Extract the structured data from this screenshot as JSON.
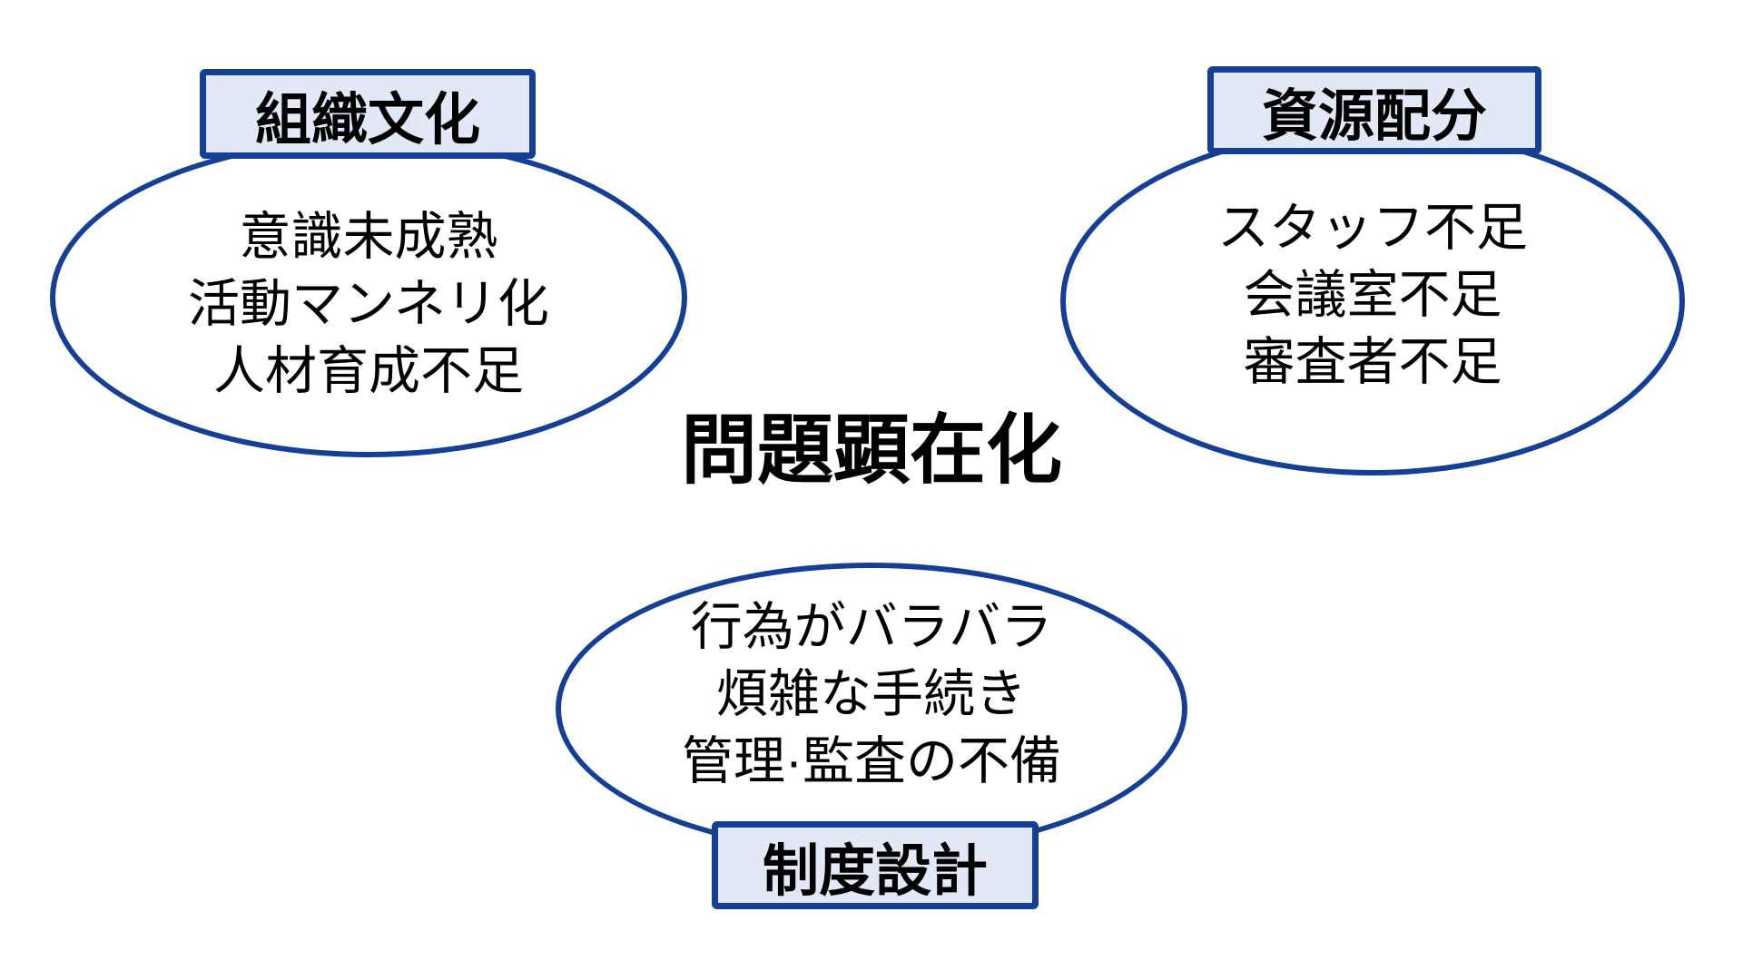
{
  "diagram": {
    "type": "grouped-cause-diagram",
    "title": "問題顕在化",
    "colors": {
      "outline": "#153f94",
      "label_box_fill": "#e2e8f5",
      "text": "#000000",
      "background": "#ffffff"
    },
    "groups": [
      {
        "label": "組織文化",
        "items": [
          "意識未成熟",
          "活動マンネリ化",
          "人材育成不足"
        ]
      },
      {
        "label": "資源配分",
        "items": [
          "スタッフ不足",
          "会議室不足",
          "審査者不足"
        ]
      },
      {
        "label": "制度設計",
        "items": [
          "行為がバラバラ",
          "煩雑な手続き",
          "管理·監査の不備"
        ]
      }
    ]
  }
}
